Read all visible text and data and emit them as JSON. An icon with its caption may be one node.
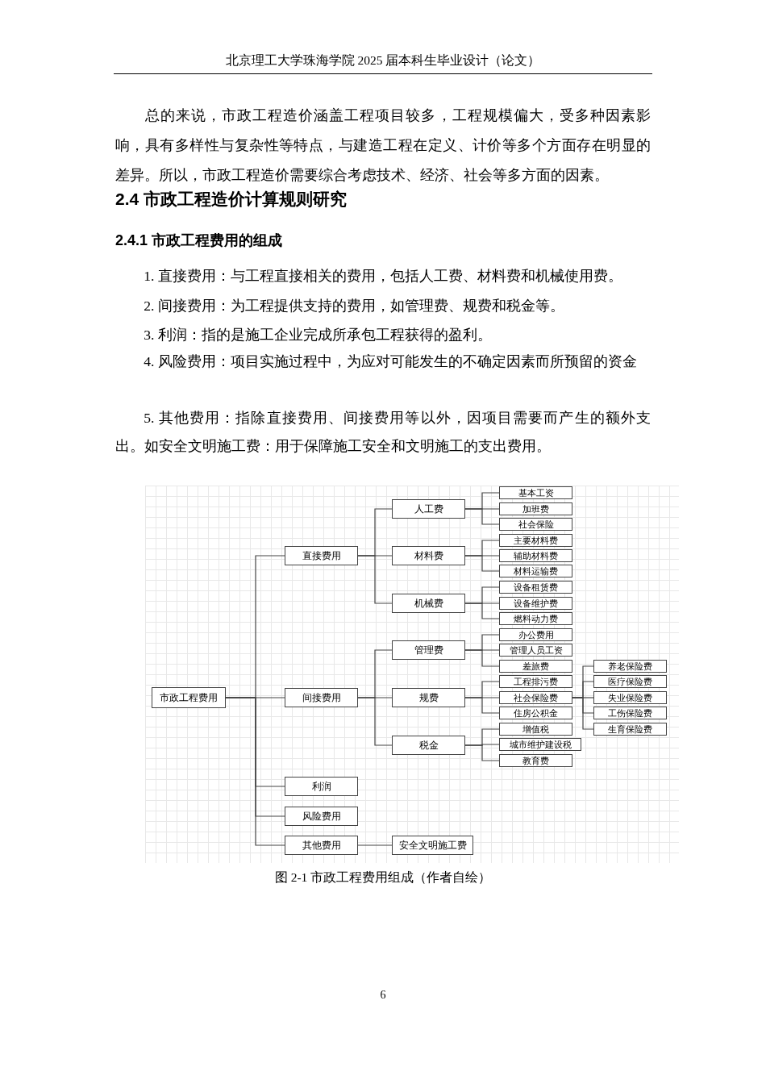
{
  "diagram": {
    "caption": "图 2-1 市政工程费用组成（作者自绘）",
    "nodes": [
      {
        "text": [
          "市政工程费用"
        ]
      },
      {
        "text": [
          "直接费用"
        ]
      },
      {
        "text": [
          "人工费"
        ]
      },
      {
        "text": [
          "基本工资"
        ]
      },
      {
        "text": [
          "加班费"
        ]
      },
      {
        "text": [
          "社会保险"
        ]
      },
      {
        "text": [
          "材料费"
        ]
      },
      {
        "text": [
          "主要材料费"
        ]
      },
      {
        "text": [
          "辅助材料费"
        ]
      },
      {
        "text": [
          "材料运输费"
        ]
      },
      {
        "text": [
          "机械费"
        ]
      },
      {
        "text": [
          "设备租赁费"
        ]
      },
      {
        "text": [
          "设备维护费"
        ]
      },
      {
        "text": [
          "燃料动力费"
        ]
      },
      {
        "text": [
          "间接费用"
        ]
      },
      {
        "text": [
          "管理费"
        ]
      },
      {
        "text": [
          "办公费用"
        ]
      },
      {
        "text": [
          "管理人员工资"
        ]
      },
      {
        "text": [
          "差旅费"
        ]
      },
      {
        "text": [
          "规费"
        ]
      },
      {
        "text": [
          "工程排污费"
        ]
      },
      {
        "text": [
          "社会保险费"
        ]
      },
      {
        "text": [
          "养老保险费"
        ]
      },
      {
        "text": [
          "医疗保险费"
        ]
      },
      {
        "text": [
          "失业保险费"
        ]
      },
      {
        "text": [
          "工伤保险费"
        ]
      },
      {
        "text": [
          "生育保险费"
        ]
      },
      {
        "text": [
          "住房公积金"
        ]
      },
      {
        "text": [
          "税金"
        ]
      },
      {
        "text": [
          "增值税"
        ]
      },
      {
        "text": [
          "城市维护建设税"
        ]
      },
      {
        "text": [
          "教育费"
        ]
      },
      {
        "text": [
          "利润"
        ]
      },
      {
        "text": [
          "风险费用"
        ]
      },
      {
        "text": [
          "其他费用"
        ]
      },
      {
        "text": [
          "安全文明施工费"
        ]
      }
    ],
    "edges": [
      {
        "from": 0,
        "to": 1,
        "arrow": "none"
      },
      {
        "from": 1,
        "to": 2,
        "arrow": "none"
      },
      {
        "from": 2,
        "to": 3,
        "arrow": "none"
      },
      {
        "from": 2,
        "to": 4,
        "arrow": "none"
      },
      {
        "from": 2,
        "to": 5,
        "arrow": "none"
      },
      {
        "from": 1,
        "to": 6,
        "arrow": "none"
      },
      {
        "from": 6,
        "to": 7,
        "arrow": "none"
      },
      {
        "from": 6,
        "to": 8,
        "arrow": "none"
      },
      {
        "from": 6,
        "to": 9,
        "arrow": "none"
      },
      {
        "from": 1,
        "to": 10,
        "arrow": "none"
      },
      {
        "from": 10,
        "to": 11,
        "arrow": "none"
      },
      {
        "from": 10,
        "to": 12,
        "arrow": "none"
      },
      {
        "from": 10,
        "to": 13,
        "arrow": "none"
      },
      {
        "from": 0,
        "to": 14,
        "arrow": "none"
      },
      {
        "from": 14,
        "to": 15,
        "arrow": "none"
      },
      {
        "from": 15,
        "to": 16,
        "arrow": "none"
      },
      {
        "from": 15,
        "to": 17,
        "arrow": "none"
      },
      {
        "from": 15,
        "to": 18,
        "arrow": "none"
      },
      {
        "from": 14,
        "to": 19,
        "arrow": "none"
      },
      {
        "from": 19,
        "to": 20,
        "arrow": "none"
      },
      {
        "from": 19,
        "to": 21,
        "arrow": "none"
      },
      {
        "from": 21,
        "to": 22,
        "arrow": "none"
      },
      {
        "from": 21,
        "to": 23,
        "arrow": "none"
      },
      {
        "from": 21,
        "to": 24,
        "arrow": "none"
      },
      {
        "from": 21,
        "to": 25,
        "arrow": "none"
      },
      {
        "from": 21,
        "to": 26,
        "arrow": "none"
      },
      {
        "from": 19,
        "to": 27,
        "arrow": "none"
      },
      {
        "from": 14,
        "to": 28,
        "arrow": "none"
      },
      {
        "from": 28,
        "to": 29,
        "arrow": "none"
      },
      {
        "from": 28,
        "to": 30,
        "arrow": "none"
      },
      {
        "from": 28,
        "to": 31,
        "arrow": "none"
      },
      {
        "from": 0,
        "to": 32,
        "arrow": "none"
      },
      {
        "from": 0,
        "to": 33,
        "arrow": "none"
      },
      {
        "from": 0,
        "to": 34,
        "arrow": "none"
      },
      {
        "from": 34,
        "to": 35,
        "arrow": "none"
      }
    ],
    "labels": [
      "北京理工大学珠海学院 2025 届本科生毕业设计（论文）",
      "总的来说，市政工程造价涵盖工程项目较多，工程规模偏大，受多种因素影响，具有多样性与复杂性等特点，与建造工程在定义、计价等多个方面存在明显的差异。所以，市政工程造价需要综合考虑技术、经济、社会等多方面的因素。",
      "2.4 市政工程造价计算规则研究",
      "2.4.1 市政工程费用的组成",
      "1. 直接费用：与工程直接相关的费用，包括人工费、材料费和机械使用费。",
      "2. 间接费用：为工程提供支持的费用，如管理费、规费和税金等。",
      "3. 利润：指的是施工企业完成所承包工程获得的盈利。",
      "4. 风险费用：项目实施过程中，为应对可能发生的不确定因素而所预留的资金",
      "5. 其他费用：指除直接费用、间接费用等以外，因项目需要而产生的额外支出。如安全文明施工费：用于保障施工安全和文明施工的支出费用。",
      "6"
    ]
  }
}
